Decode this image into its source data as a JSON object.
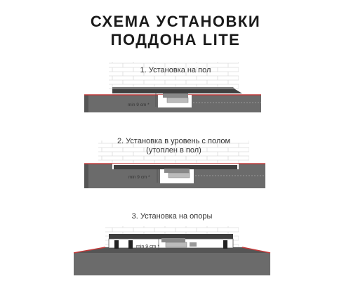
{
  "title": {
    "line1": "СХЕМА УСТАНОВКИ",
    "line2": "ПОДДОНА LITE"
  },
  "steps": [
    {
      "label": "1.  Установка на пол",
      "min_label": "min 9 cm *"
    },
    {
      "label": "2.  Установка в уровень с полом",
      "sublabel": "(утоплен в пол)",
      "min_label": "min 9 cm *"
    },
    {
      "label": "3.  Установка на опоры",
      "min_label": "min 9 cm *"
    }
  ],
  "colors": {
    "floor": "#6b6b6b",
    "floor_dark": "#4a4a4a",
    "tray": "#3f3f3f",
    "accent_line": "#c43a3a",
    "wall_brick": "#d9d9d9"
  }
}
